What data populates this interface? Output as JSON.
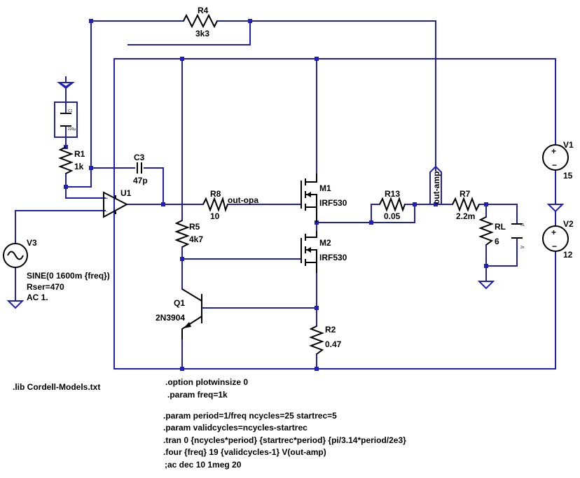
{
  "components": {
    "R4": {
      "name": "R4",
      "value": "3k3"
    },
    "R1": {
      "name": "R1",
      "value": "1k"
    },
    "C1": {
      "name": "C1",
      "value": "220µ"
    },
    "C3": {
      "name": "C3",
      "value": "47p"
    },
    "U1": {
      "name": "U1"
    },
    "R8": {
      "name": "R8",
      "value": "10"
    },
    "R5": {
      "name": "R5",
      "value": "4k7"
    },
    "Q1": {
      "name": "Q1",
      "value": "2N3904"
    },
    "M1": {
      "name": "M1",
      "value": "IRF530"
    },
    "M2": {
      "name": "M2",
      "value": "IRF530"
    },
    "R13": {
      "name": "R13",
      "value": "0.05"
    },
    "R7": {
      "name": "R7",
      "value": "2.2m"
    },
    "RL": {
      "name": "RL",
      "value": "6"
    },
    "CL": {
      "name": "CL",
      "value": "2n"
    },
    "R2": {
      "name": "R2",
      "value": "0.47"
    },
    "V1": {
      "name": "V1",
      "value": "15"
    },
    "V2": {
      "name": "V2",
      "value": "12"
    },
    "V3": {
      "name": "V3",
      "line1": "SINE(0 1600m {freq})",
      "line2": "Rser=470",
      "line3": "AC 1."
    }
  },
  "nets": {
    "out_opa": "out-opa",
    "out_amp": "out-amp"
  },
  "directives": {
    "lib": ".lib Cordell-Models.txt",
    "option": ".option plotwinsize 0",
    "param_freq": ".param freq=1k",
    "param_period": ".param period=1/freq ncycles=25 startrec=5",
    "param_valid": ".param validcycles=ncycles-startrec",
    "tran": ".tran 0 {ncycles*period} {startrec*period} {pi/3.14*period/2e3}",
    "four": ".four {freq} 19 {validcycles-1} V(out-amp)",
    "ac": ";ac dec 10 1meg 20"
  }
}
